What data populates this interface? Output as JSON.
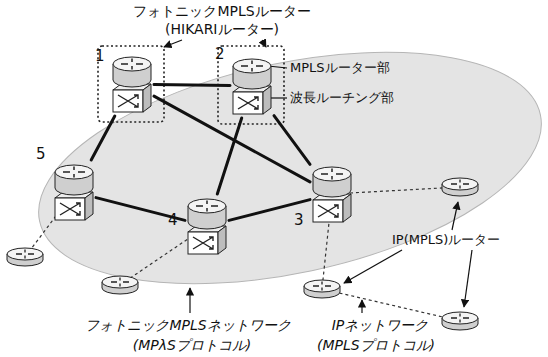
{
  "diagram": {
    "nodes": [
      {
        "text": [
          "1"
        ]
      },
      {
        "text": [
          "2"
        ]
      },
      {
        "text": [
          "3"
        ]
      },
      {
        "text": [
          "4"
        ]
      },
      {
        "text": [
          "5"
        ]
      }
    ],
    "edges": [
      {
        "from": 0,
        "to": 1,
        "arrow": "none"
      },
      {
        "from": 0,
        "to": 4,
        "arrow": "none"
      },
      {
        "from": 0,
        "to": 2,
        "arrow": "none"
      },
      {
        "from": 1,
        "to": 3,
        "arrow": "none"
      },
      {
        "from": 1,
        "to": 2,
        "arrow": "none"
      },
      {
        "from": 4,
        "to": 3,
        "arrow": "none"
      },
      {
        "from": 3,
        "to": 2,
        "arrow": "none"
      }
    ],
    "labels": [
      "フォトニックMPLSルーター",
      "(HIKARIルーター)",
      "MPLSルーター部",
      "波長ルーチング部",
      "IP(MPLS)ルーター",
      "フォトニックMPLSネットワーク",
      "(MPλSプロトコル)",
      "IPネットワーク",
      "(MPLSプロトコル)"
    ]
  }
}
